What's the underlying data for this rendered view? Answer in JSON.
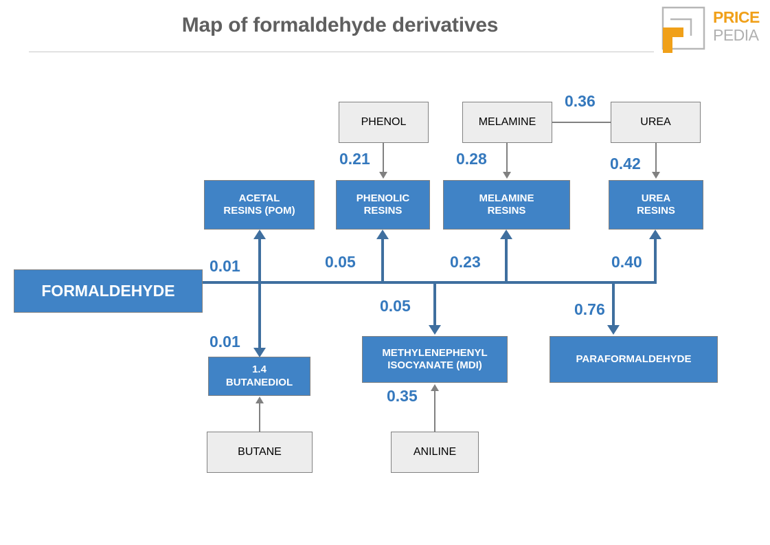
{
  "header": {
    "title": "Map of formaldehyde derivatives",
    "logo": {
      "word_top": "PRICE",
      "word_bottom": "PEDIA",
      "mark_name": "pricepedia-square-mark",
      "color_orange": "#f0a019",
      "color_gray": "#b0b0b0"
    },
    "title_color": "#5f5f5f"
  },
  "palette": {
    "node_blue": "#4083c6",
    "node_gray": "#ededed",
    "edge_blue": "#3f6f9f",
    "edge_gray": "#808080",
    "label_blue": "#3478bd",
    "border_gray": "#808080"
  },
  "nodes": {
    "formaldehyde": {
      "label": "FORMALDEHYDE",
      "style": "blue"
    },
    "phenol": {
      "label": "PHENOL",
      "style": "gray"
    },
    "melamine": {
      "label": "MELAMINE",
      "style": "gray"
    },
    "urea": {
      "label": "UREA",
      "style": "gray"
    },
    "butane": {
      "label": "BUTANE",
      "style": "gray"
    },
    "aniline": {
      "label": "ANILINE",
      "style": "gray"
    },
    "acetal_resins": {
      "line1": "ACETAL",
      "line2": "RESINS (POM)",
      "style": "blue"
    },
    "phenolic_resins": {
      "line1": "PHENOLIC",
      "line2": "RESINS",
      "style": "blue"
    },
    "melamine_resins": {
      "line1": "MELAMINE",
      "line2": "RESINS",
      "style": "blue"
    },
    "urea_resins": {
      "line1": "UREA",
      "line2": "RESINS",
      "style": "blue"
    },
    "butanediol": {
      "line1": "1.4",
      "line2": "BUTANEDIOL",
      "style": "blue"
    },
    "mdi": {
      "line1": "METHYLENEPHENYL",
      "line2": "ISOCYANATE (MDI)",
      "style": "blue"
    },
    "paraformaldehyde": {
      "label": "PARAFORMALDEHYDE",
      "style": "blue"
    }
  },
  "edges": [
    {
      "id": "phenol-to-phenolic-resins",
      "from": "phenol",
      "to": "phenolic_resins",
      "value": "0.21",
      "color": "gray"
    },
    {
      "id": "melamine-to-melamine-resins",
      "from": "melamine",
      "to": "melamine_resins",
      "value": "0.28",
      "color": "gray"
    },
    {
      "id": "urea-to-urea-resins",
      "from": "urea",
      "to": "urea_resins",
      "value": "0.42",
      "color": "gray"
    },
    {
      "id": "urea-to-melamine",
      "from": "urea",
      "to": "melamine",
      "value": "0.36",
      "color": "gray"
    },
    {
      "id": "formaldehyde-to-acetal-resins",
      "from": "formaldehyde",
      "to": "acetal_resins",
      "value": "0.01",
      "color": "blue"
    },
    {
      "id": "formaldehyde-to-phenolic-resins",
      "from": "formaldehyde",
      "to": "phenolic_resins",
      "value": "0.05",
      "color": "blue"
    },
    {
      "id": "formaldehyde-to-melamine-resins",
      "from": "formaldehyde",
      "to": "melamine_resins",
      "value": "0.23",
      "color": "blue"
    },
    {
      "id": "formaldehyde-to-urea-resins",
      "from": "formaldehyde",
      "to": "urea_resins",
      "value": "0.40",
      "color": "blue"
    },
    {
      "id": "formaldehyde-to-butanediol",
      "from": "formaldehyde",
      "to": "butanediol",
      "value": "0.01",
      "color": "blue"
    },
    {
      "id": "formaldehyde-to-mdi",
      "from": "formaldehyde",
      "to": "mdi",
      "value": "0.05",
      "color": "blue"
    },
    {
      "id": "formaldehyde-to-paraformaldehyde",
      "from": "formaldehyde",
      "to": "paraformaldehyde",
      "value": "0.76",
      "color": "blue"
    },
    {
      "id": "butane-to-butanediol",
      "from": "butane",
      "to": "butanediol",
      "value": "",
      "color": "gray"
    },
    {
      "id": "aniline-to-mdi",
      "from": "aniline",
      "to": "mdi",
      "value": "0.35",
      "color": "gray"
    }
  ],
  "edge_labels": {
    "phenol_phenolic": "0.21",
    "melamine_melamine": "0.28",
    "urea_urea": "0.42",
    "urea_melamine": "0.36",
    "f_acetal": "0.01",
    "f_phenolic": "0.05",
    "f_melamine": "0.23",
    "f_urea": "0.40",
    "f_butanediol": "0.01",
    "f_mdi": "0.05",
    "f_para": "0.76",
    "aniline_mdi": "0.35"
  }
}
